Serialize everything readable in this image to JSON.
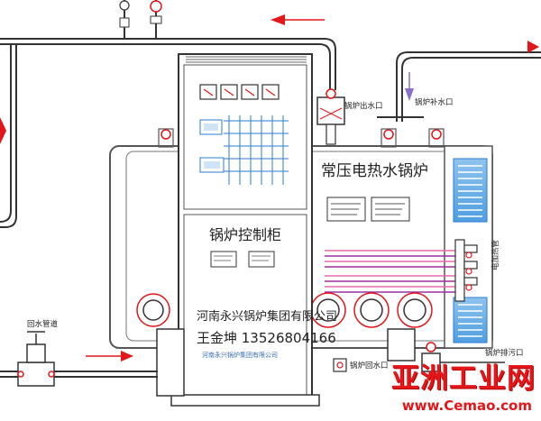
{
  "labels": {
    "boiler_title": "常压电热水锅炉",
    "cabinet_title": "锅炉控制柜",
    "boiler_outlet": "锅炉出水口",
    "boiler_inlet": "锅炉补水口",
    "heating_tube": "电加热管",
    "return_pipe": "回水管道",
    "return_inlet": "锅炉回水口",
    "drain_outlet": "锅炉排污口",
    "company": "河南永兴锅炉集团有限公司",
    "contact": "王金坤 13526804166",
    "cabinet_footer": "河南永兴锅炉集团有限公司"
  },
  "watermark": {
    "cn": "亚洲工业网",
    "en": "www.Cemao.com"
  },
  "colors": {
    "line": "#555555",
    "pipe": "#333333",
    "accent_red": "#e3161a",
    "blue": "#2b7bd6",
    "light_blue": "#cfe4f5",
    "pink": "#e46aa8",
    "magenta": "#9a2fa0"
  }
}
